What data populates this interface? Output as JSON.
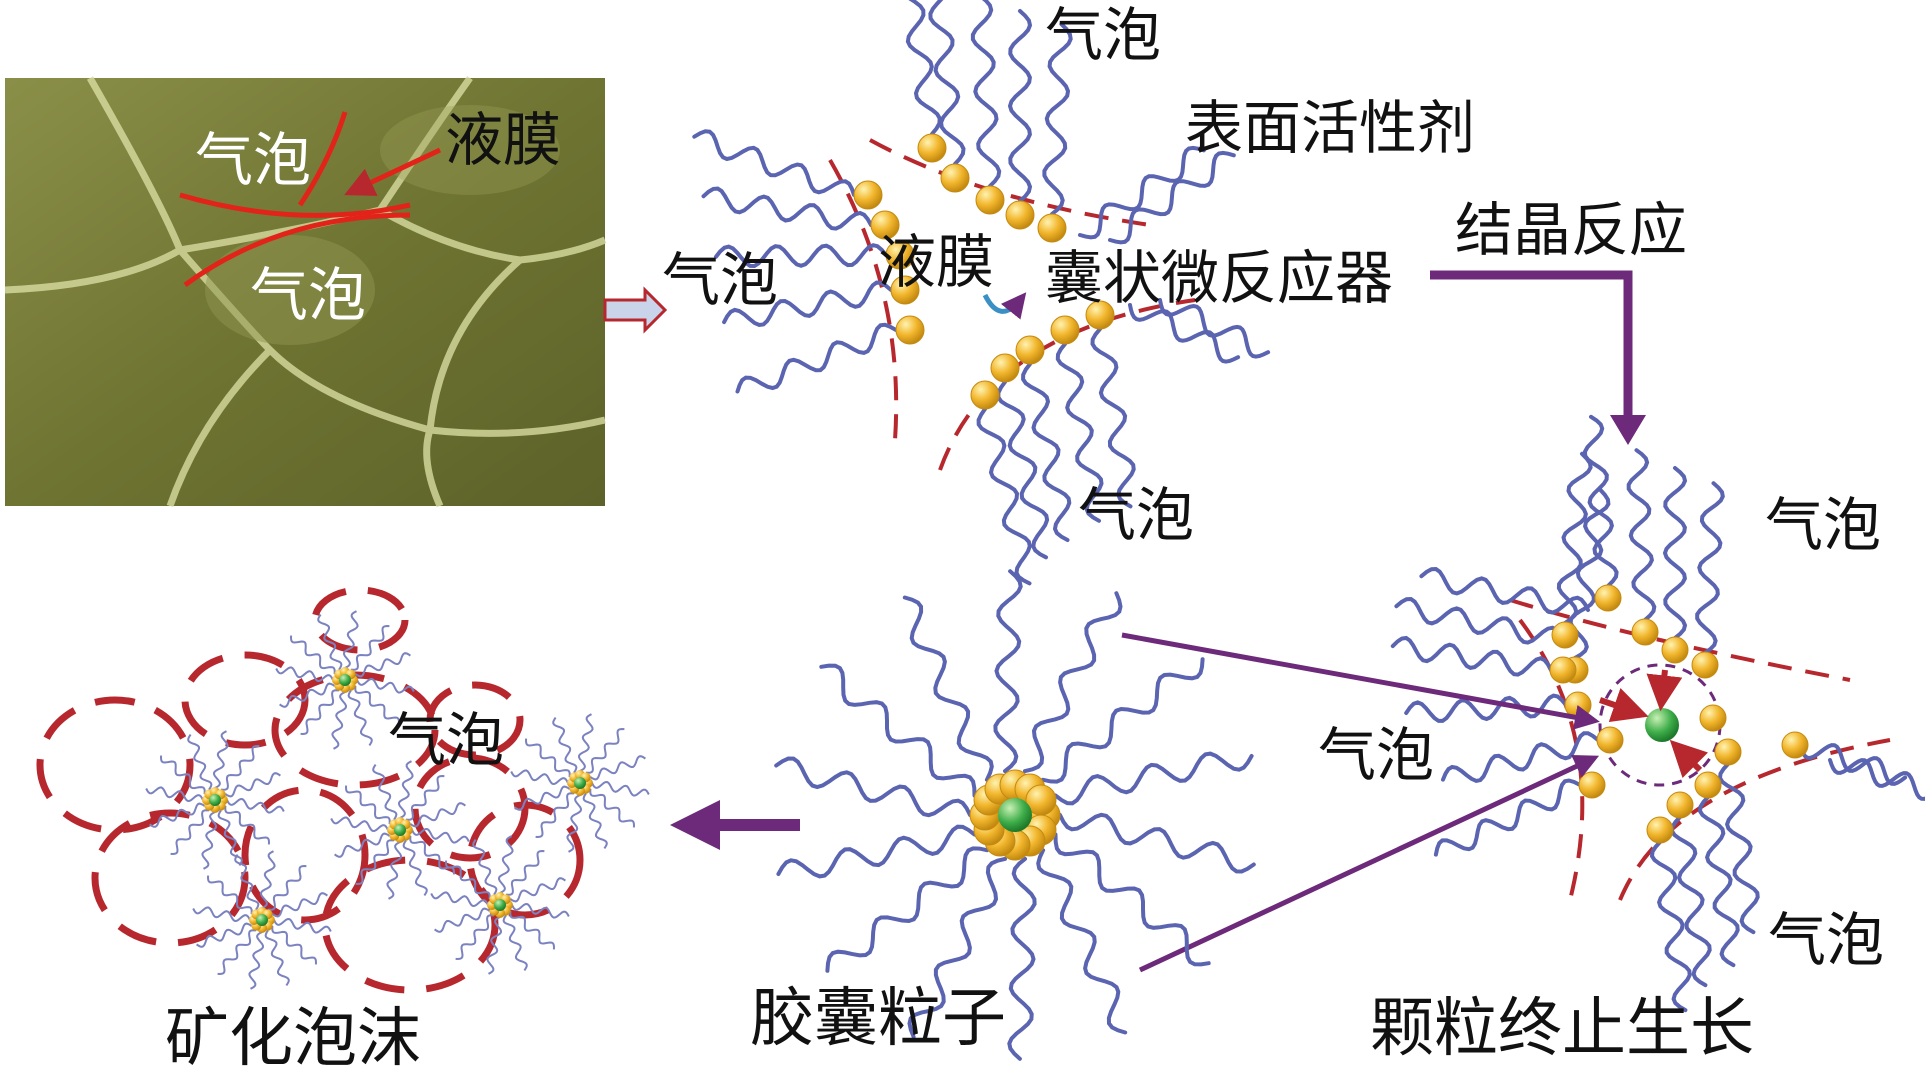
{
  "photo": {
    "bubble_top": "气泡",
    "bubble_bottom": "气泡",
    "liquid_film": "液膜"
  },
  "microreactor": {
    "bubble_top": "气泡",
    "surfactant": "表面活性剂",
    "bubble_left": "气泡",
    "liquid_film": "液膜",
    "capsule_reactor": "囊状微反应器",
    "bubble_bottom": "气泡"
  },
  "process": {
    "crystallization": "结晶反应"
  },
  "growth_stop": {
    "bubble_top_right": "气泡",
    "bubble_left": "气泡",
    "bubble_bottom_right": "气泡",
    "caption": "颗粒终止生长"
  },
  "capsule_particle": {
    "caption": "胶囊粒子"
  },
  "mineral_foam": {
    "bubble": "气泡",
    "caption": "矿化泡沫"
  },
  "colors": {
    "surfactant_tail": "#5a64b0",
    "bead": "#f2b62d",
    "film": "#b7282e",
    "arrow": "#6e2a7a",
    "core": "#3fae4a",
    "photo_bg": "#7a7d3c"
  }
}
